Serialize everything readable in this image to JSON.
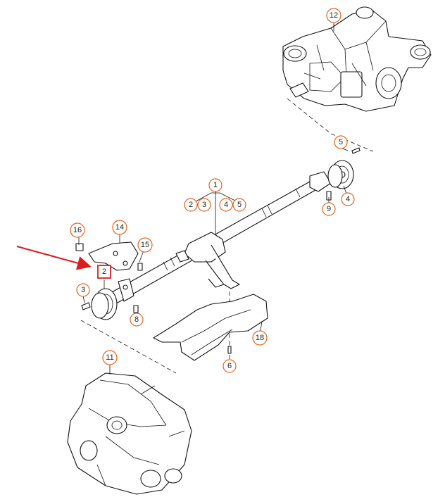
{
  "diagram": {
    "callouts": {
      "c1": "1",
      "c2": "2",
      "c2b": "2",
      "c3": "3",
      "c3b": "3",
      "c4": "4",
      "c4b": "4",
      "c5": "5",
      "c5b": "5",
      "c6": "6",
      "c8": "8",
      "c9": "9",
      "c11": "11",
      "c12": "12",
      "c14": "14",
      "c15": "15",
      "c16": "16",
      "c18": "18"
    },
    "highlight_color": "#d81e1e",
    "callout_color": "#e0651c",
    "arrow_color": "#d81e1e"
  }
}
